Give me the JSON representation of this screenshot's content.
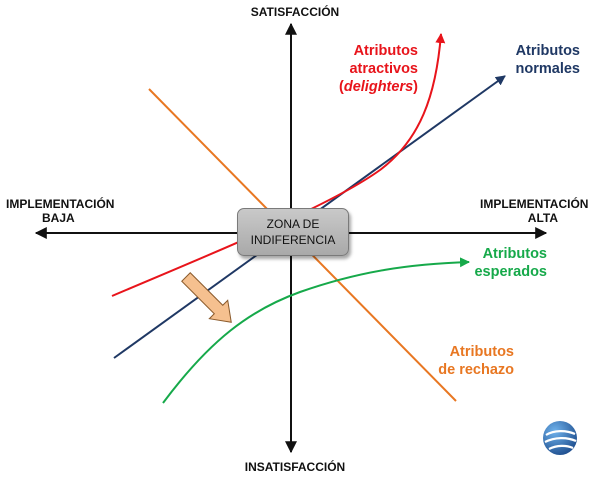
{
  "axes": {
    "top": "SATISFACCIÓN",
    "bottom": "INSATISFACCIÓN",
    "left_line1": "IMPLEMENTACIÓN",
    "left_line2": "BAJA",
    "right_line1": "IMPLEMENTACIÓN",
    "right_line2": "ALTA"
  },
  "zone": {
    "line1": "ZONA DE",
    "line2": "INDIFERENCIA"
  },
  "curves": {
    "attractive": {
      "line1": "Atributos",
      "line2": "atractivos",
      "line3_open": "(",
      "line3_italic": "delighters",
      "line3_close": ")",
      "color": "#e8141b"
    },
    "normal": {
      "line1": "Atributos",
      "line2": "normales",
      "color": "#1f3864"
    },
    "expected": {
      "line1": "Atributos",
      "line2": "esperados",
      "color": "#16a94a"
    },
    "rejection": {
      "line1": "Atributos",
      "line2": "de rechazo",
      "color": "#e87722"
    }
  },
  "colors": {
    "axis": "#111111",
    "shift_arrow": "#f5c08f",
    "logo_blue": "#1f6fb5"
  },
  "icons": {
    "shift_arrow": "diagonal-arrow-icon",
    "logo": "globe-logo-icon"
  }
}
